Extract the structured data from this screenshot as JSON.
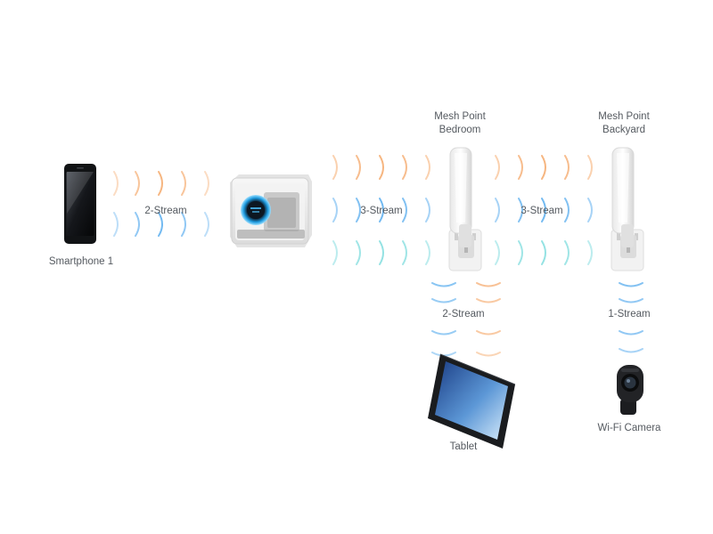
{
  "devices": {
    "smartphone": {
      "label": "Smartphone 1",
      "icon": "smartphone-icon"
    },
    "router": {
      "label": "",
      "icon": "router-icon"
    },
    "mesh_bedroom": {
      "label_line1": "Mesh Point",
      "label_line2": "Bedroom",
      "icon": "mesh-point-icon"
    },
    "mesh_backyard": {
      "label_line1": "Mesh Point",
      "label_line2": "Backyard",
      "icon": "mesh-point-icon"
    },
    "tablet": {
      "label": "Tablet",
      "icon": "tablet-icon"
    },
    "camera": {
      "label": "Wi-Fi Camera",
      "icon": "camera-icon"
    }
  },
  "links": {
    "phone_router": "2-Stream",
    "router_bedroom": "3-Stream",
    "bedroom_backyard": "3-Stream",
    "bedroom_tablet": "2-Stream",
    "backyard_camera": "1-Stream"
  },
  "colors": {
    "wave_orange": "#f6b27a",
    "wave_blue": "#6cb6f0",
    "wave_teal": "#8fe0e2",
    "label": "#555a60"
  }
}
